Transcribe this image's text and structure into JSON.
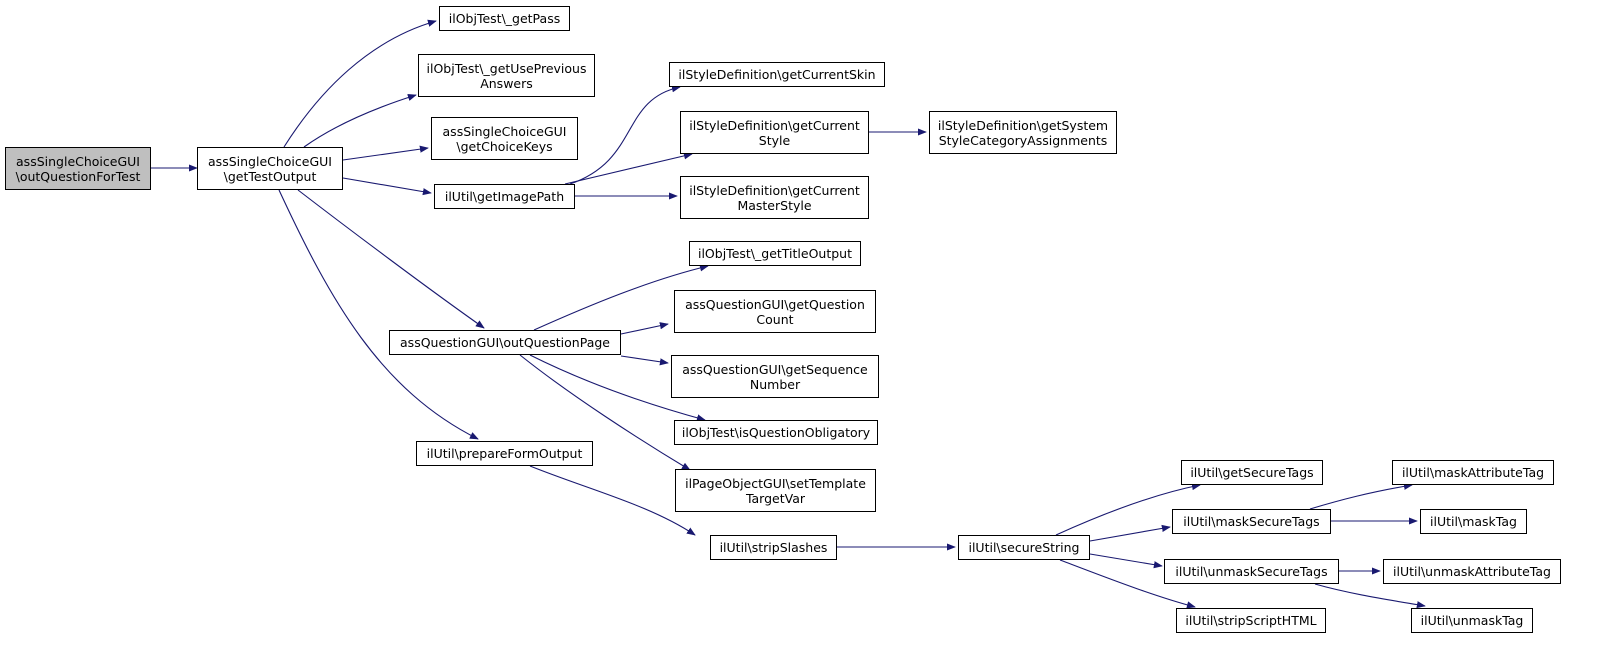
{
  "graph": {
    "nodes": [
      {
        "id": "n0",
        "label": "assSingleChoiceGUI\n\\outQuestionForTest",
        "root": true
      },
      {
        "id": "n1",
        "label": "assSingleChoiceGUI\n\\getTestOutput"
      },
      {
        "id": "n2",
        "label": "ilObjTest\\_getPass"
      },
      {
        "id": "n3",
        "label": "ilObjTest\\_getUsePrevious\nAnswers"
      },
      {
        "id": "n4",
        "label": "assSingleChoiceGUI\n\\getChoiceKeys"
      },
      {
        "id": "n5",
        "label": "ilUtil\\getImagePath"
      },
      {
        "id": "n6",
        "label": "assQuestionGUI\\outQuestionPage"
      },
      {
        "id": "n7",
        "label": "ilUtil\\prepareFormOutput"
      },
      {
        "id": "n8",
        "label": "ilStyleDefinition\\getCurrentSkin"
      },
      {
        "id": "n9",
        "label": "ilStyleDefinition\\getCurrent\nStyle"
      },
      {
        "id": "n10",
        "label": "ilStyleDefinition\\getCurrent\nMasterStyle"
      },
      {
        "id": "n11",
        "label": "ilStyleDefinition\\getSystem\nStyleCategoryAssignments"
      },
      {
        "id": "n12",
        "label": "ilObjTest\\_getTitleOutput"
      },
      {
        "id": "n13",
        "label": "assQuestionGUI\\getQuestion\nCount"
      },
      {
        "id": "n14",
        "label": "assQuestionGUI\\getSequence\nNumber"
      },
      {
        "id": "n15",
        "label": "ilObjTest\\isQuestionObligatory"
      },
      {
        "id": "n16",
        "label": "ilPageObjectGUI\\setTemplate\nTargetVar"
      },
      {
        "id": "n17",
        "label": "ilUtil\\stripSlashes"
      },
      {
        "id": "n18",
        "label": "ilUtil\\secureString"
      },
      {
        "id": "n19",
        "label": "ilUtil\\getSecureTags"
      },
      {
        "id": "n20",
        "label": "ilUtil\\maskSecureTags"
      },
      {
        "id": "n21",
        "label": "ilUtil\\unmaskSecureTags"
      },
      {
        "id": "n22",
        "label": "ilUtil\\stripScriptHTML"
      },
      {
        "id": "n23",
        "label": "ilUtil\\maskAttributeTag"
      },
      {
        "id": "n24",
        "label": "ilUtil\\maskTag"
      },
      {
        "id": "n25",
        "label": "ilUtil\\unmaskAttributeTag"
      },
      {
        "id": "n26",
        "label": "ilUtil\\unmaskTag"
      }
    ],
    "edges": [
      [
        "n0",
        "n1"
      ],
      [
        "n1",
        "n2"
      ],
      [
        "n1",
        "n3"
      ],
      [
        "n1",
        "n4"
      ],
      [
        "n1",
        "n5"
      ],
      [
        "n1",
        "n6"
      ],
      [
        "n1",
        "n7"
      ],
      [
        "n5",
        "n8"
      ],
      [
        "n5",
        "n9"
      ],
      [
        "n5",
        "n10"
      ],
      [
        "n9",
        "n11"
      ],
      [
        "n6",
        "n12"
      ],
      [
        "n6",
        "n13"
      ],
      [
        "n6",
        "n14"
      ],
      [
        "n6",
        "n15"
      ],
      [
        "n6",
        "n16"
      ],
      [
        "n7",
        "n17"
      ],
      [
        "n17",
        "n18"
      ],
      [
        "n18",
        "n19"
      ],
      [
        "n18",
        "n20"
      ],
      [
        "n18",
        "n21"
      ],
      [
        "n18",
        "n22"
      ],
      [
        "n20",
        "n23"
      ],
      [
        "n20",
        "n24"
      ],
      [
        "n21",
        "n25"
      ],
      [
        "n21",
        "n26"
      ]
    ],
    "colors": {
      "edge": "#191970",
      "root_fill": "#bfbfbf",
      "node_fill": "#ffffff",
      "border": "#000000"
    }
  }
}
